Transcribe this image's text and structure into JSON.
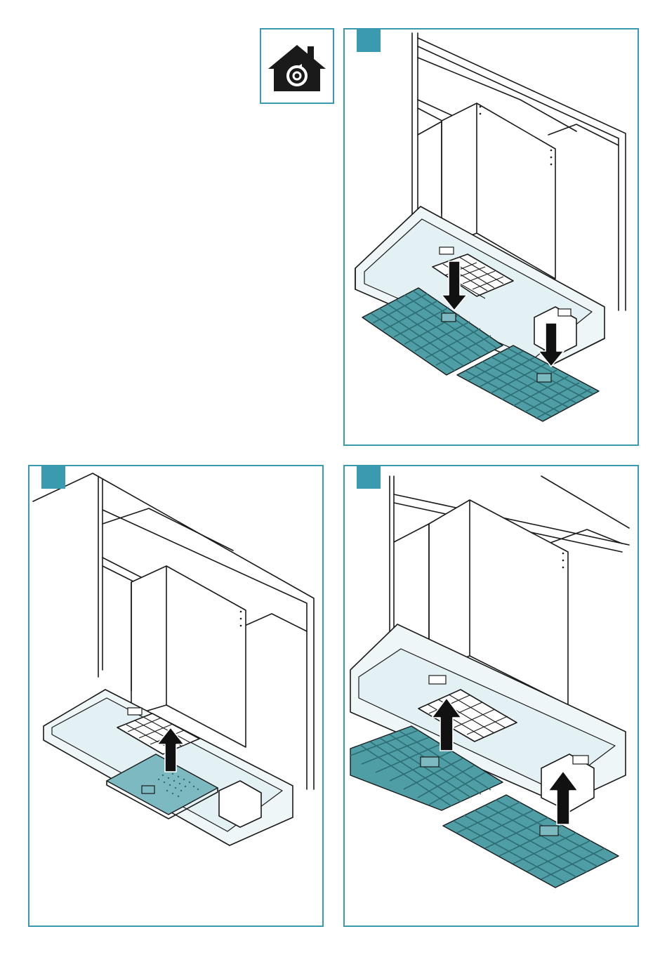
{
  "page": {
    "background": "#ffffff",
    "accent_color": "#3a9bb0",
    "filter_color": "#4f9ea6"
  },
  "icon": {
    "name": "house-recirculation-icon",
    "color": "#1a1a1a"
  },
  "steps": [
    {
      "position": "top-right",
      "action": "insert-filters-down",
      "filters": 2,
      "arrows": 2,
      "arrow_direction": "down"
    },
    {
      "position": "bottom-left",
      "action": "remove-grease-filter-up",
      "filters": 1,
      "arrows": 1,
      "arrow_direction": "up"
    },
    {
      "position": "bottom-right",
      "action": "lift-filters-up",
      "filters": 2,
      "arrows": 2,
      "arrow_direction": "up"
    }
  ]
}
